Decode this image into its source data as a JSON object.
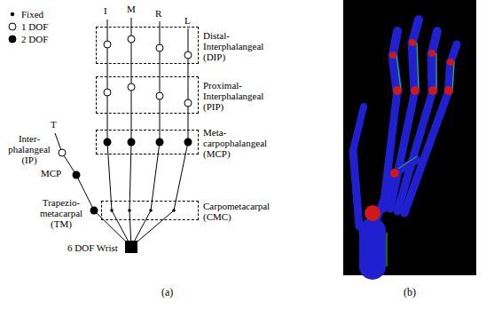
{
  "diagram": {
    "nodes": [
      {
        "text": [
          "Distal- Interphalangeal (DIP)"
        ]
      },
      {
        "text": [
          "Proximal- Interphalangeal (PIP)"
        ]
      },
      {
        "text": [
          "Meta- carpophalangeal (MCP)"
        ]
      },
      {
        "text": [
          "Carpometacarpal (CMC)"
        ]
      }
    ],
    "labels": [
      "I",
      "M",
      "R",
      "L",
      "T",
      "Inter- phalangeal (IP)",
      "MCP",
      "Trapezio- metacarpal (TM)",
      "6 DOF Wrist",
      "(a)",
      "(b)"
    ],
    "legend": [
      {
        "text": "Fixed"
      },
      {
        "text": "1 DOF"
      },
      {
        "text": "2 DOF"
      }
    ]
  }
}
